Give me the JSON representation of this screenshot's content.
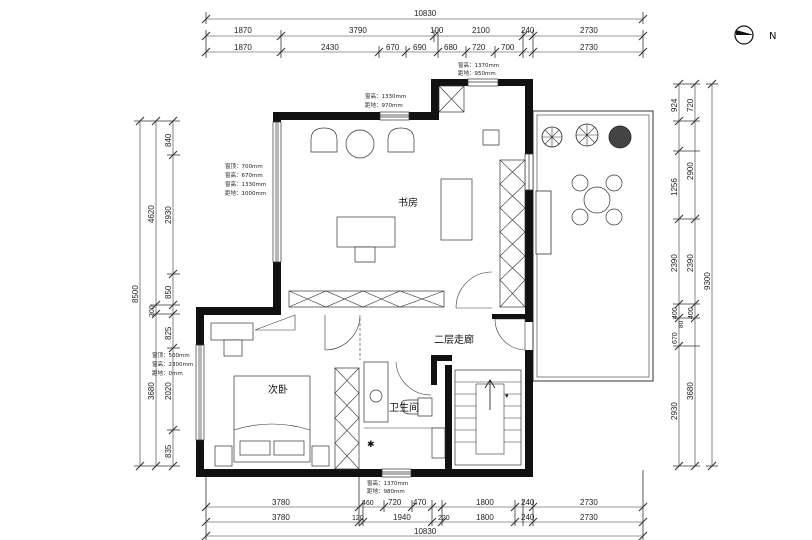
{
  "north_label": "N",
  "top": {
    "total": "10830",
    "row1": [
      "1870",
      "3790",
      "100",
      "2100",
      "240",
      "2730"
    ],
    "row2": [
      "1870",
      "2430",
      "670",
      "690",
      "680",
      "720",
      "700",
      "2730"
    ]
  },
  "bottom": {
    "total": "10830",
    "row1": [
      "3780",
      "460",
      "720",
      "470",
      "1800",
      "240",
      "2730"
    ],
    "row2": [
      "3780",
      "120",
      "1940",
      "220",
      "1800",
      "240",
      "2730"
    ]
  },
  "left": {
    "total": "8500",
    "col1": [
      "4620",
      "200",
      "3680"
    ],
    "col2": [
      "840",
      "2930",
      "850",
      "825",
      "2020",
      "835"
    ]
  },
  "right": {
    "total": "9300",
    "col1": [
      "924",
      "1256",
      "2390",
      "400",
      "670",
      "2930"
    ],
    "col2": [
      "720",
      "2900",
      "2390",
      "400",
      "3680"
    ],
    "col_inner": [
      "80"
    ]
  },
  "notes": {
    "top_window": [
      "窗高：1370mm",
      "距地：950mm"
    ],
    "study_window": [
      "窗高：1330mm",
      "距地：970mm"
    ],
    "study_left": [
      "窗顶：700mm",
      "窗高：670mm",
      "窗高：1330mm",
      "距地：1000mm"
    ],
    "bedroom_left": [
      "窗顶：500mm",
      "窗高：2300mm",
      "距地：0mm"
    ],
    "bottom_window": [
      "窗高：1370mm",
      "距地：980mm"
    ]
  },
  "rooms": {
    "study": "书房",
    "corridor": "二层走廊",
    "bedroom": "次卧",
    "bath": "卫生间"
  }
}
